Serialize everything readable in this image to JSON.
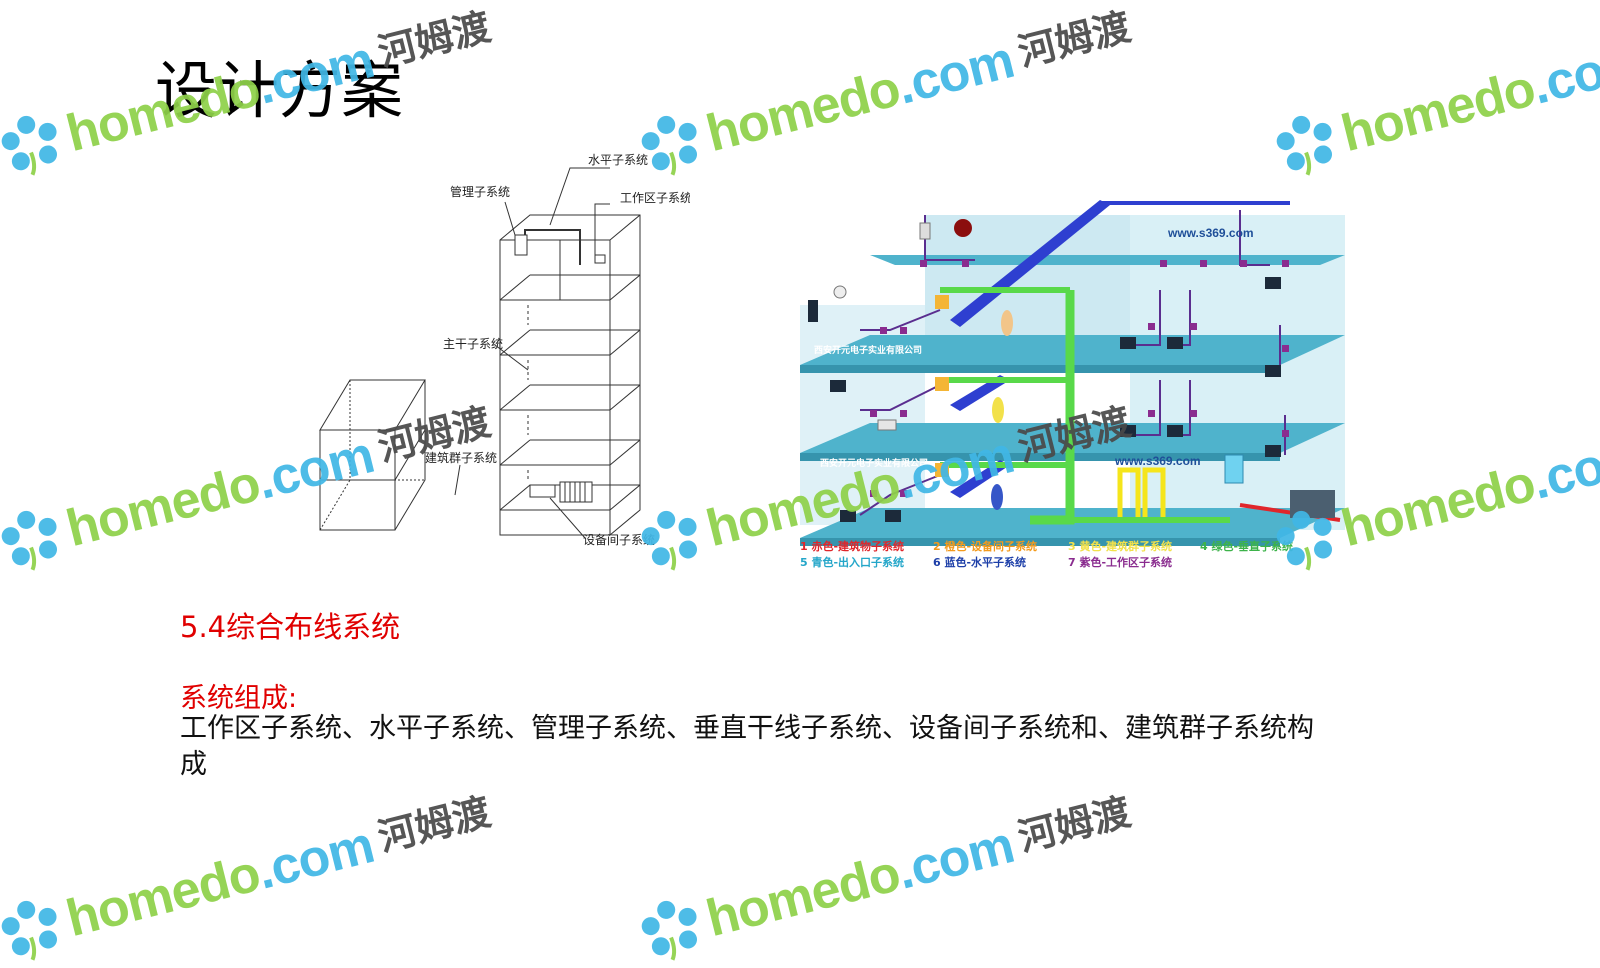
{
  "page": {
    "title": "设计方案",
    "section_heading": "5.4综合布线系统",
    "composition_label": "系统组成:",
    "composition_text": "工作区子系统、水平子系统、管理子系统、垂直干线子系统、设备间子系统和、建筑群子系统构成"
  },
  "left_diagram": {
    "labels": {
      "horizontal": "水平子系统",
      "management": "管理子系统",
      "work_area": "工作区子系统",
      "backbone": "主干子系统",
      "campus": "建筑群子系统",
      "equipment_room": "设备间子系统"
    }
  },
  "right_diagram": {
    "url_top": "www.s369.com",
    "url_bottom": "www.s369.com",
    "company_1": "西安开元电子实业有限公司",
    "company_2": "西安开元电子实业有限公司",
    "legend": [
      {
        "text": "1 赤色-建筑物子系统",
        "color": "#e0262b"
      },
      {
        "text": "2 橙色-设备间子系统",
        "color": "#f39a1c"
      },
      {
        "text": "3 黄色-建筑群子系统",
        "color": "#f2e14a"
      },
      {
        "text": "4 绿色-垂直子系统",
        "color": "#3db34a"
      },
      {
        "text": "5 青色-出入口子系统",
        "color": "#24a6c9"
      },
      {
        "text": "6 蓝色-水平子系统",
        "color": "#1d3fa8"
      },
      {
        "text": "7 紫色-工作区子系统",
        "color": "#8a2c8f"
      }
    ]
  },
  "watermark": {
    "brand": "homedo",
    "tld": ".com",
    "cn": "河姆渡",
    "colors": {
      "brand": "#8fd14a",
      "dot": "#41b7e6",
      "cn": "#4a4a4a"
    }
  },
  "colors": {
    "heading_red": "#e00000",
    "floor_blue": "#4fb3cc",
    "wall_blue": "#cde9f2"
  }
}
